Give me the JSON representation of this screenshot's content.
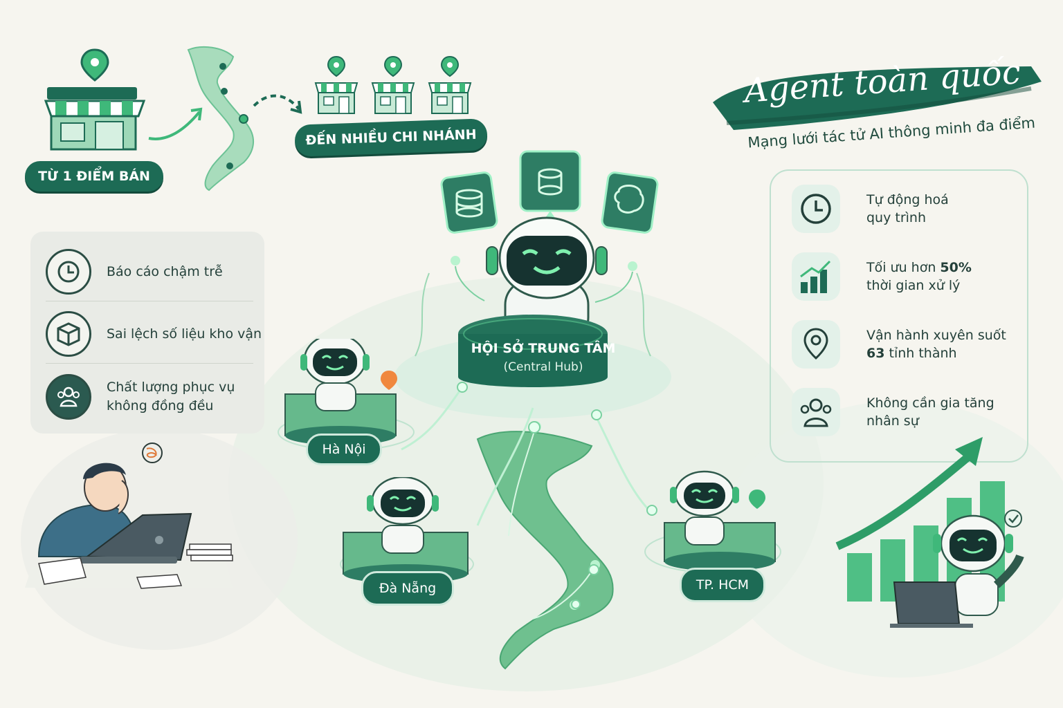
{
  "header": {
    "title": "Agent toàn quốc",
    "subtitle": "Mạng lưới tác tử AI thông minh đa điểm"
  },
  "flow": {
    "from_label": "TỪ 1 ĐIỂM BÁN",
    "to_label": "ĐẾN NHIỀU CHI NHÁNH"
  },
  "problems": [
    {
      "icon": "clock-icon",
      "text": "Báo cáo chậm trễ"
    },
    {
      "icon": "box-icon",
      "text": "Sai lệch số liệu kho vận"
    },
    {
      "icon": "people-icon",
      "line1": "Chất lượng phục vụ",
      "line2": "không đồng đều"
    }
  ],
  "hub": {
    "title": "HỘI SỞ TRUNG TÂM",
    "subtitle": "(Central Hub)"
  },
  "branches": [
    {
      "label": "Hà Nội"
    },
    {
      "label": "Đà Nẵng"
    },
    {
      "label": "TP. HCM"
    }
  ],
  "benefits": [
    {
      "icon": "clock-icon",
      "line1": "Tự động hoá",
      "line2": "quy trình"
    },
    {
      "icon": "growth-chart-icon",
      "line1_prefix": "Tối ưu hơn ",
      "line1_bold": "50%",
      "line2": "thời gian xử lý"
    },
    {
      "icon": "location-pin-icon",
      "line1": "Vận hành xuyên suốt",
      "line2_bold": "63",
      "line2_suffix": " tỉnh thành"
    },
    {
      "icon": "people-icon",
      "line1": "Không cần gia tăng",
      "line2": "nhân sự"
    }
  ],
  "colors": {
    "brand": "#1d6b55",
    "accent": "#3fb87a",
    "background": "#f6f5ef"
  }
}
